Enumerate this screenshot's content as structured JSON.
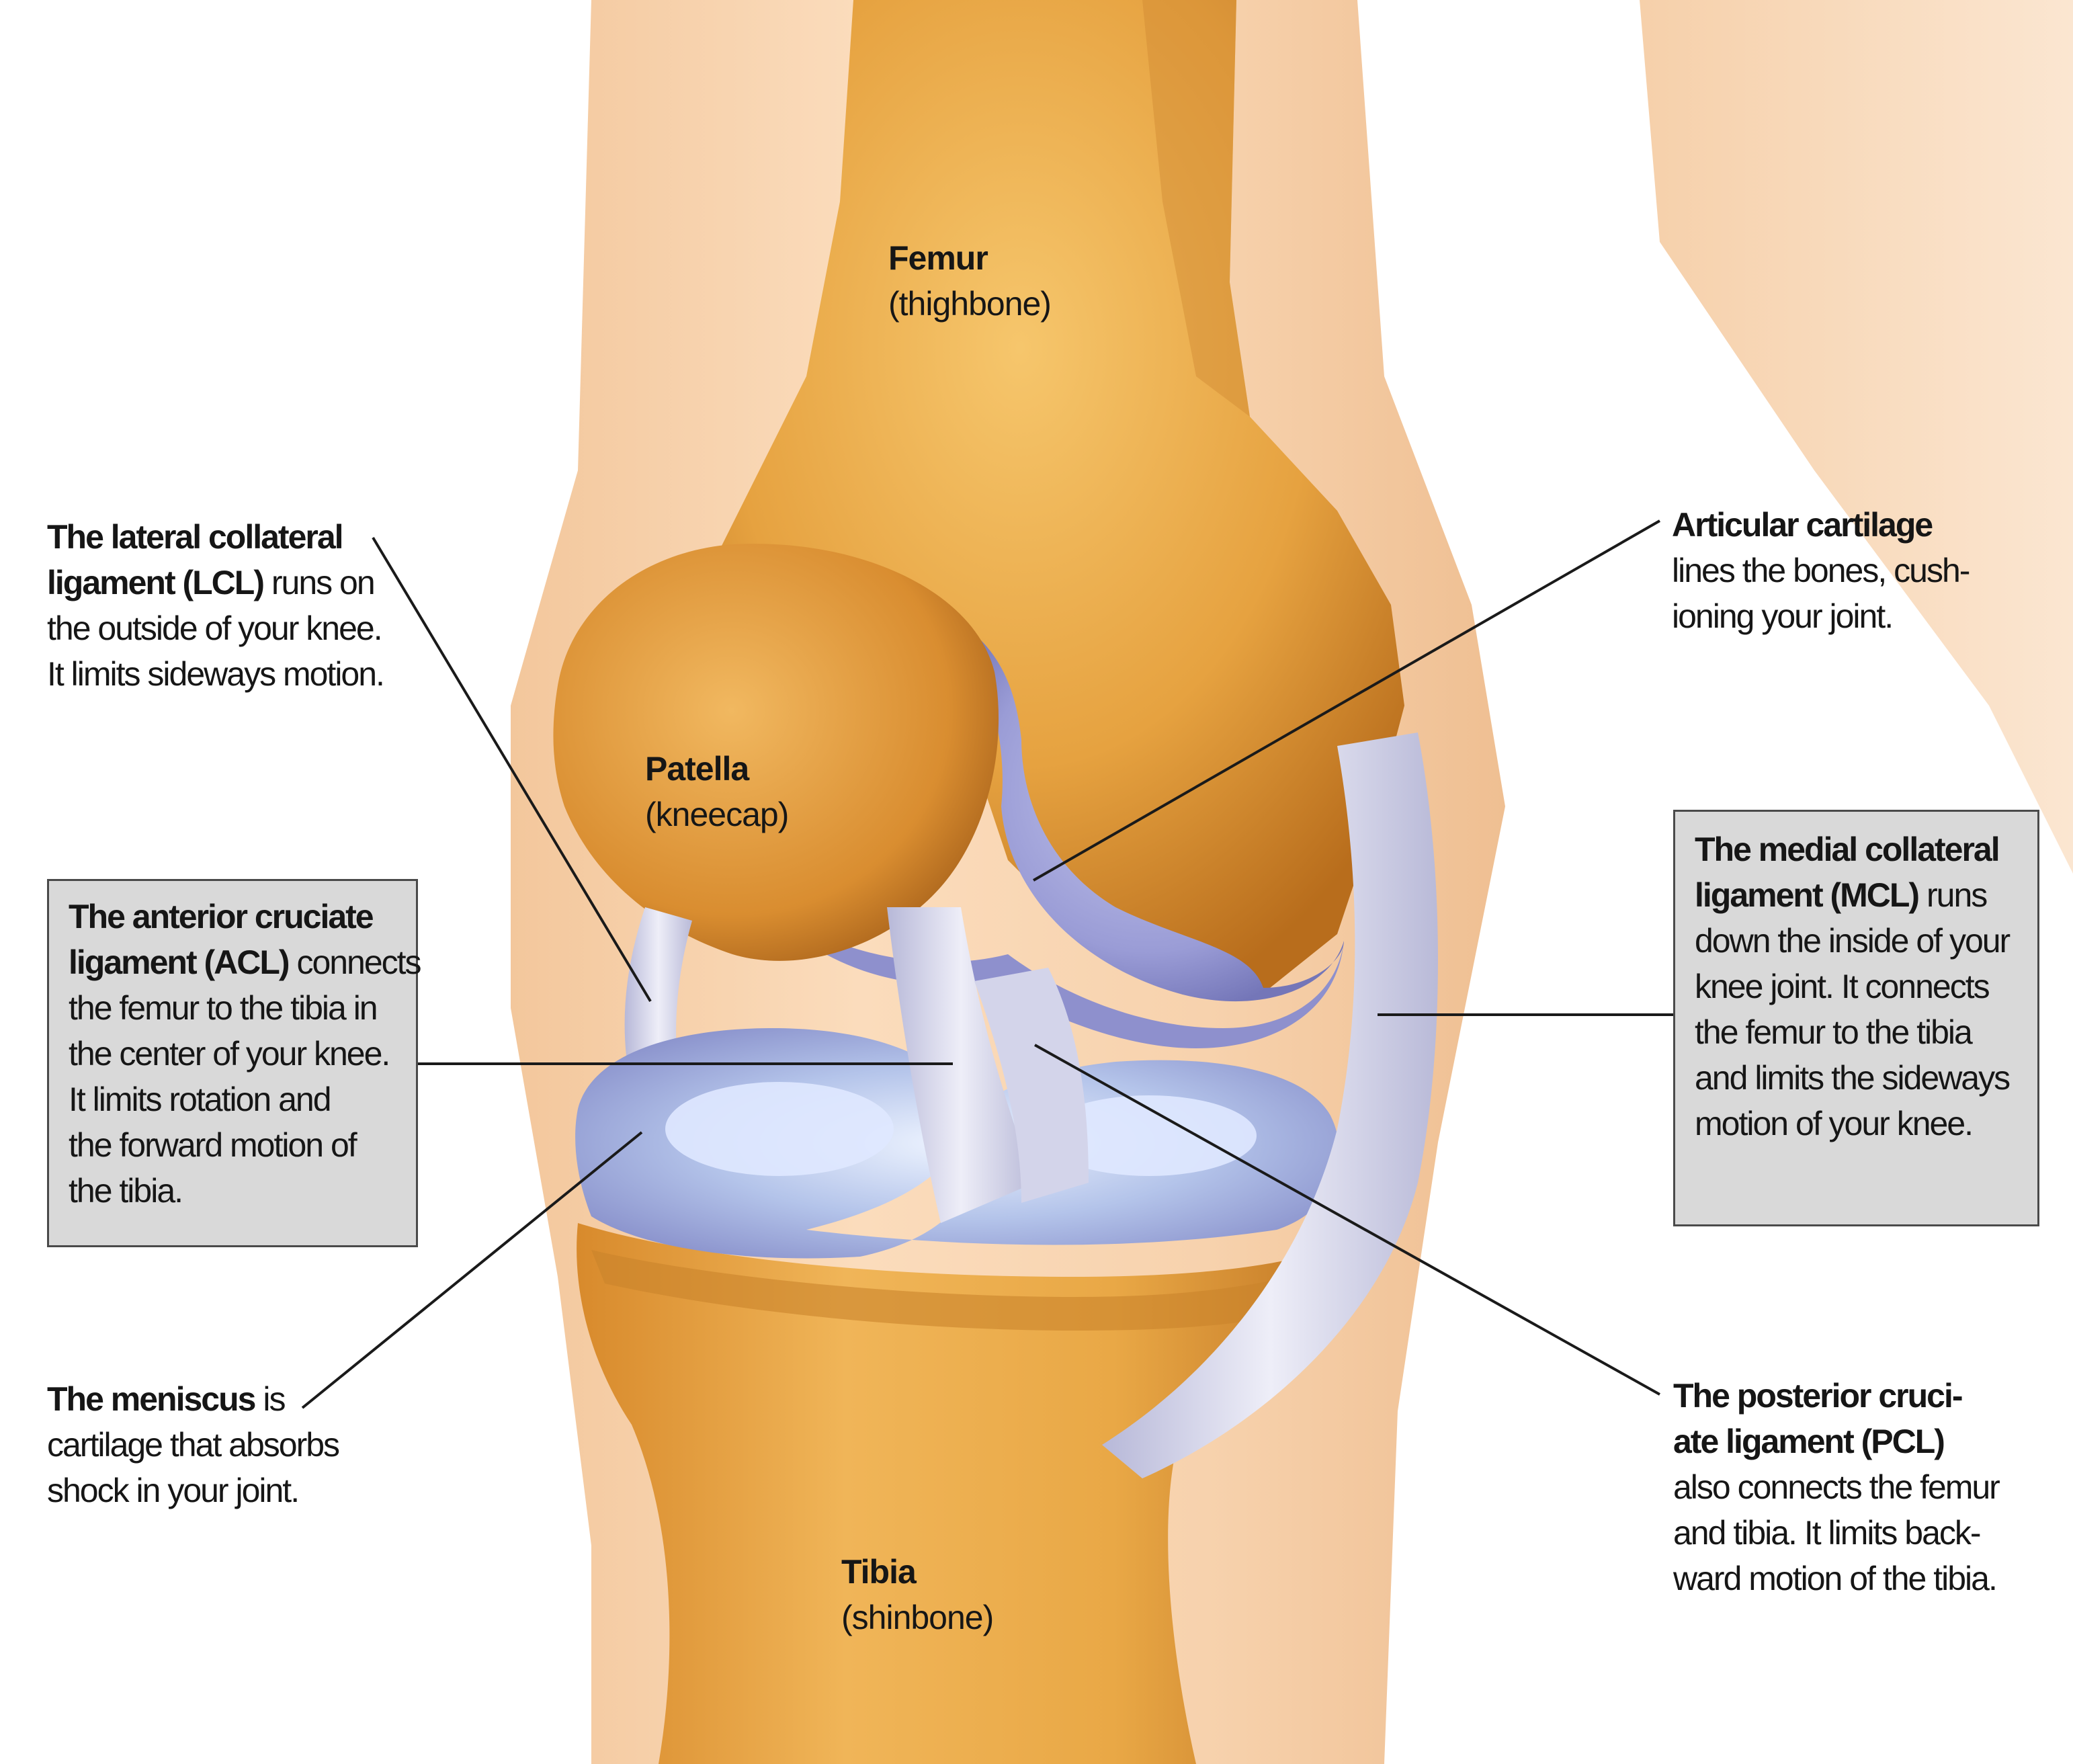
{
  "colors": {
    "skin": "#f6cfa6",
    "bone": "#e8a441",
    "cartilage": "#9c9ed4",
    "ligament": "#dcdcec",
    "callout_box": "#d9d9d9",
    "text": "#161616"
  },
  "bones": {
    "femur": {
      "name": "Femur",
      "common": "(thighbone)"
    },
    "patella": {
      "name": "Patella",
      "common": "(kneecap)"
    },
    "tibia": {
      "name": "Tibia",
      "common": "(shinbone)"
    }
  },
  "callouts": {
    "lcl": {
      "title_lines": [
        "The lateral collateral",
        "ligament (LCL)"
      ],
      "inline": " runs on",
      "body_lines": [
        "the outside of your knee.",
        "It limits sideways motion."
      ]
    },
    "acl": {
      "title_lines": [
        "The anterior cruciate",
        "ligament (ACL)"
      ],
      "inline": " connects",
      "body_lines": [
        "the femur to the tibia in",
        "the center of your knee.",
        "It limits rotation and",
        "the forward motion of",
        "the tibia."
      ]
    },
    "meniscus": {
      "title_lines": [
        "The meniscus"
      ],
      "inline": " is",
      "body_lines": [
        "cartilage that absorbs",
        "shock in your joint."
      ]
    },
    "cartilage": {
      "title_lines": [
        "Articular cartilage"
      ],
      "inline": "",
      "body_lines": [
        "lines the bones, cush-",
        "ioning your joint."
      ]
    },
    "mcl": {
      "title_lines": [
        "The medial collateral",
        "ligament (MCL)"
      ],
      "inline": " runs",
      "body_lines": [
        "down the inside of your",
        "knee joint. It connects",
        "the femur to the tibia",
        "and limits the sideways",
        "motion of your knee."
      ]
    },
    "pcl": {
      "title_lines": [
        "The posterior cruci-",
        "ate ligament (PCL)"
      ],
      "inline": "",
      "body_lines": [
        "also connects the femur",
        "and tibia. It limits back-",
        "ward motion of the tibia."
      ]
    }
  }
}
